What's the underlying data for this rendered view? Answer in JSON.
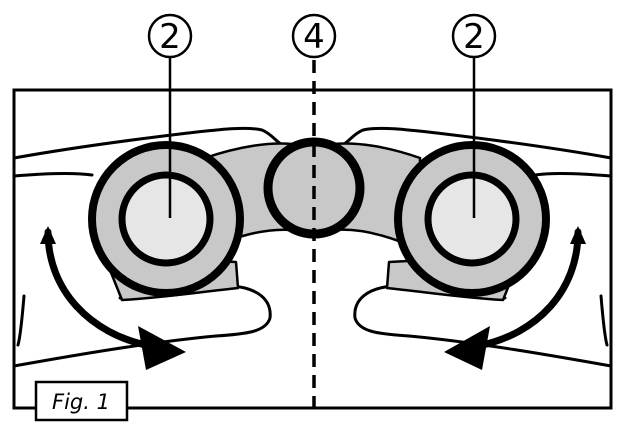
{
  "callouts": {
    "left_eyepiece": "2",
    "center_hinge": "4",
    "right_eyepiece": "2"
  },
  "caption": "Fig. 1",
  "colors": {
    "stroke": "#000000",
    "barrel_gray": "#c8c8c8",
    "lens_gray": "#e6e6e6",
    "background": "#ffffff"
  },
  "icons": {
    "left_arrow": "curved-arrow-clockwise-icon",
    "right_arrow": "curved-arrow-counterclockwise-icon"
  }
}
